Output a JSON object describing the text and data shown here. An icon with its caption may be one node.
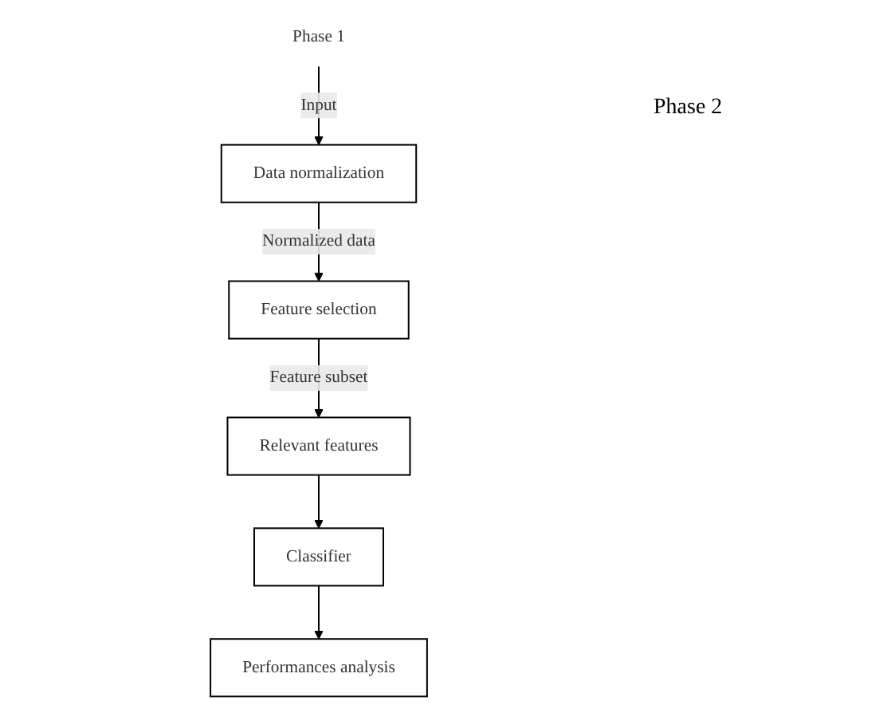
{
  "diagram": {
    "nodes": [
      {
        "text": [
          "Phase 1"
        ]
      },
      {
        "text": [
          "Data normalization"
        ]
      },
      {
        "text": [
          "Feature selection"
        ]
      },
      {
        "text": [
          "Relevant features"
        ]
      },
      {
        "text": [
          "Classifier"
        ]
      },
      {
        "text": [
          "Performances analysis"
        ]
      }
    ],
    "edges": [
      {
        "from": 0,
        "to": 1,
        "arrow": "to",
        "label": "Input"
      },
      {
        "from": 1,
        "to": 2,
        "arrow": "to",
        "label": "Normalized data"
      },
      {
        "from": 2,
        "to": 3,
        "arrow": "to",
        "label": "Feature subset"
      },
      {
        "from": 3,
        "to": 4,
        "arrow": "to"
      },
      {
        "from": 4,
        "to": 5,
        "arrow": "to"
      }
    ],
    "labels": [
      "Phase 2"
    ]
  }
}
